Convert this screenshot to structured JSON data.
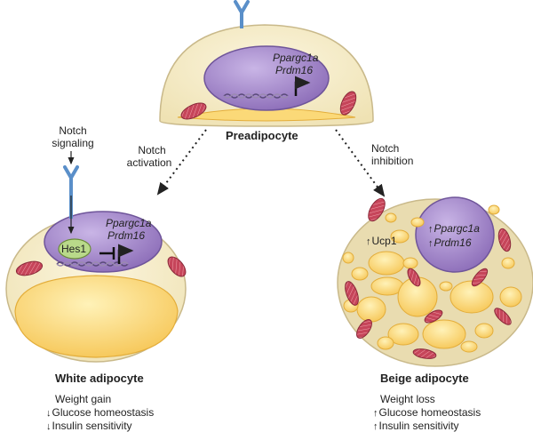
{
  "preadipocyte": {
    "title": "Preadipocyte",
    "genes": [
      "Ppargc1a",
      "Prdm16"
    ]
  },
  "notch_signaling": {
    "label_line1": "Notch",
    "label_line2": "signaling"
  },
  "notch_activation": {
    "line1": "Notch",
    "line2": "activation"
  },
  "notch_inhibition": {
    "line1": "Notch",
    "line2": "inhibition"
  },
  "white_adipocyte": {
    "title": "White adipocyte",
    "genes": [
      "Ppargc1a",
      "Prdm16"
    ],
    "repressor": "Hes1",
    "effects": [
      {
        "arrow": "↓",
        "text": "Glucose homeostasis"
      },
      {
        "arrow": "↓",
        "text": "Insulin sensitivity"
      }
    ],
    "weight": "Weight gain"
  },
  "beige_adipocyte": {
    "title": "Beige adipocyte",
    "genes": [
      {
        "arrow": "↑",
        "text": "Ppargc1a"
      },
      {
        "arrow": "↑",
        "text": "Prdm16"
      }
    ],
    "ucp": {
      "arrow": "↑",
      "text": "Ucp1"
    },
    "weight": "Weight loss",
    "effects": [
      {
        "arrow": "↑",
        "text": "Glucose homeostasis"
      },
      {
        "arrow": "↑",
        "text": "Insulin sensitivity"
      }
    ]
  },
  "colors": {
    "cell_fill": "#f5ecc8",
    "cell_stroke": "#c9b98a",
    "nucleus_fill": "#9a7fc0",
    "nucleus_stroke": "#6f559a",
    "lipid_fill": "#fbd978",
    "lipid_stroke": "#e3ad3a",
    "mito_fill": "#c94a5a",
    "receptor": "#5a8fc9",
    "hes1_fill": "#b9d98a"
  }
}
